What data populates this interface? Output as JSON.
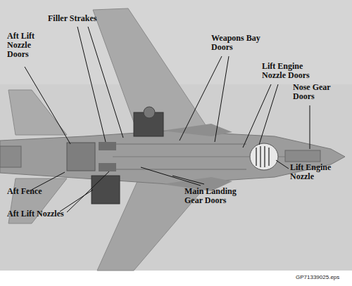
{
  "diagram": {
    "labels": [
      "Filler Strakes",
      "Aft Lift Nozzle Doors",
      "Weapons Bay Doors",
      "Lift Engine Nozzle Doors",
      "Nose Gear Doors",
      "Lift Engine Nozzle",
      "Aft Fence",
      "Main Landing Gear Doors",
      "Aft Lift Nozzles",
      "GP71339025.eps"
    ]
  }
}
